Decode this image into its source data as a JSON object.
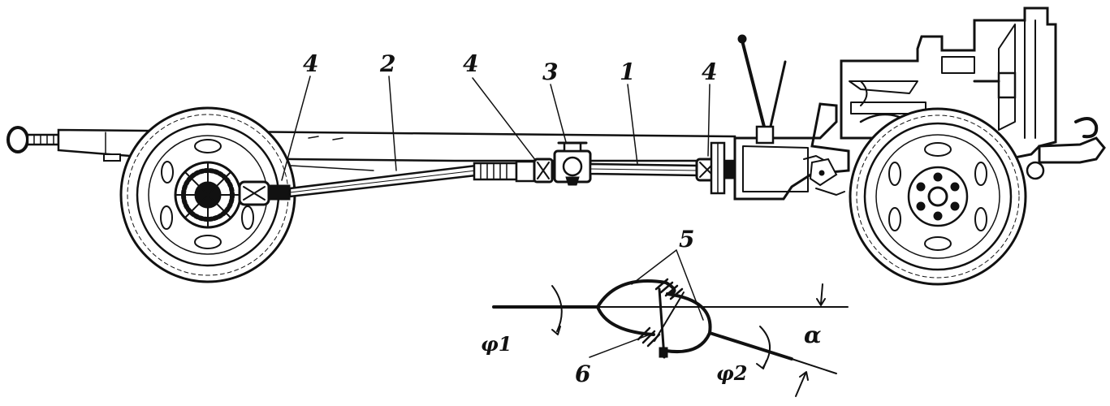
{
  "figure": {
    "callouts": [
      {
        "id": "c4a",
        "text": "4"
      },
      {
        "id": "c2",
        "text": "2"
      },
      {
        "id": "c4b",
        "text": "4"
      },
      {
        "id": "c3",
        "text": "3"
      },
      {
        "id": "c1",
        "text": "1"
      },
      {
        "id": "c4c",
        "text": "4"
      }
    ],
    "joint_labels": {
      "label5": "5",
      "label6": "6",
      "phi1": "φ1",
      "phi2": "φ2",
      "alpha": "α"
    }
  },
  "colors": {
    "ink": "#111111",
    "paper": "#ffffff"
  }
}
